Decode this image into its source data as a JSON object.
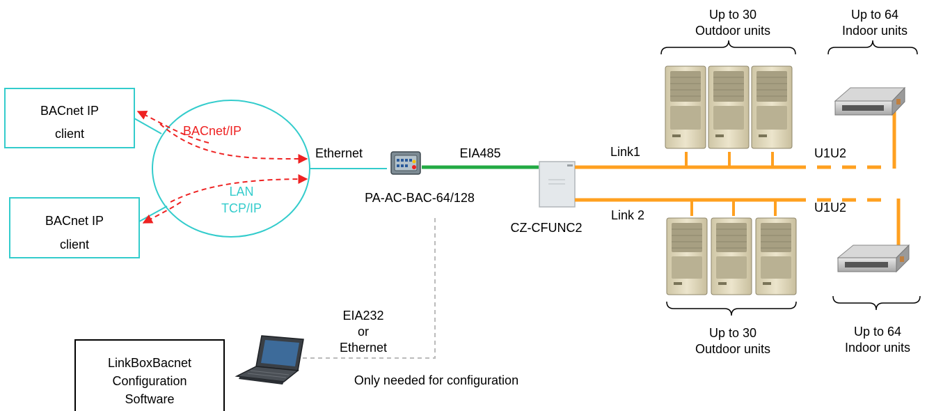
{
  "clients": [
    {
      "line1": "BACnet IP",
      "line2": "client"
    },
    {
      "line1": "BACnet IP",
      "line2": "client"
    }
  ],
  "network": {
    "protocol_label": "BACnet/IP",
    "lan_label_1": "LAN",
    "lan_label_2": "TCP/IP",
    "ethernet_label": "Ethernet"
  },
  "gateway": {
    "model_label": "PA-AC-BAC-64/128",
    "bus_label": "EIA485"
  },
  "interface": {
    "model_label": "CZ-CFUNC2"
  },
  "links": [
    {
      "name": "Link1",
      "bus": "U1U2"
    },
    {
      "name": "Link 2",
      "bus": "U1U2"
    }
  ],
  "outdoor_groups": [
    {
      "line1": "Up to 30",
      "line2": "Outdoor units"
    },
    {
      "line1": "Up to 30",
      "line2": "Outdoor units"
    }
  ],
  "indoor_groups": [
    {
      "line1": "Up to 64",
      "line2": "Indoor units"
    },
    {
      "line1": "Up to 64",
      "line2": "Indoor units"
    }
  ],
  "config_link": {
    "line1": "EIA232",
    "line2": "or",
    "line3": "Ethernet",
    "note": "Only needed for configuration"
  },
  "software": {
    "line1": "LinkBoxBacnet",
    "line2": "Configuration",
    "line3": "Software"
  },
  "colors": {
    "cyan": "#33cccc",
    "red": "#ee2222",
    "green": "#22aa44",
    "orange": "#ffa020",
    "config_dash": "#bbbbbb"
  }
}
